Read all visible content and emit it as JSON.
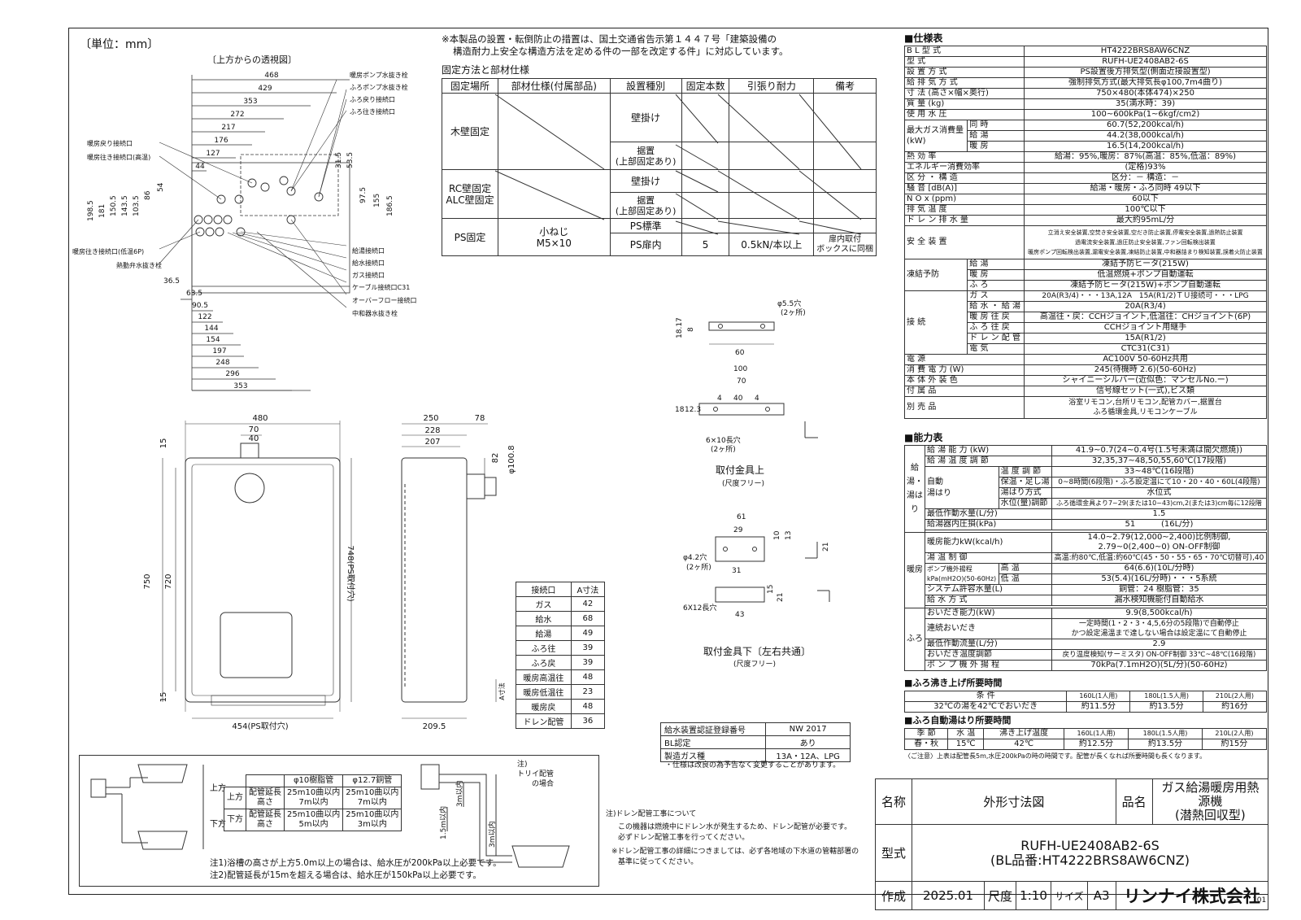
{
  "unit_label": "〔単位：mm〕",
  "top_view_caption": "〔上方からの透視図〕",
  "notice": [
    "※本製品の設置・転倒防止の措置は、国土交通省告示第１４４７号「建築設備の",
    "構造耐力上安全な構造方法を定める件の一部を改定する件」に対応しています。"
  ],
  "fixing": {
    "title": "固定方法と部材仕様",
    "headers": [
      "固定場所",
      "部材仕様(付属部品)",
      "設置種別",
      "固定本数",
      "引張り耐力",
      "備考"
    ],
    "rows": [
      {
        "place": "木壁固定",
        "types": [
          "壁掛け",
          "据置\n(上部固定あり)"
        ]
      },
      {
        "place": "RC壁固定\nALC壁固定",
        "types": [
          "壁掛け",
          "据置\n(上部固定あり)"
        ]
      },
      {
        "place": "PS固定",
        "parts": "小ねじ\nM5×10",
        "types": [
          "PS標準",
          "PS扉内"
        ],
        "count": "5",
        "strength": "0.5kN/本以上",
        "note": "扉内取付\nボックスに同梱"
      }
    ]
  },
  "top_view": {
    "dims_h": [
      "468",
      "429",
      "353",
      "272",
      "217",
      "176",
      "127",
      "44",
      "36.5",
      "63.5",
      "90.5",
      "122",
      "144",
      "154",
      "197",
      "248",
      "296",
      "353"
    ],
    "dims_v": [
      "198.5",
      "181",
      "150.5",
      "143.5",
      "103.5",
      "86",
      "54",
      "31.5",
      "53.5",
      "97.5",
      "155",
      "186.5"
    ],
    "labels_left": [
      "暖房戻り接続口",
      "暖房往き接続口(高温)",
      "暖房往き接続口(低温6P)",
      "熱動弁水抜き栓"
    ],
    "labels_right": [
      "暖房ポンプ水抜き栓",
      "ふろポンプ水抜き栓",
      "ふろ戻り接続口",
      "ふろ往き接続口",
      "給湯接続口",
      "給水接続口",
      "ガス接続口",
      "ケーブル接続口C31",
      "オーバーフロー接続口",
      "中和器水抜き栓"
    ]
  },
  "front_view": {
    "dims": [
      "480",
      "70",
      "40",
      "15",
      "750",
      "720",
      "748(PS取付穴)",
      "15",
      "454(PS取付穴)"
    ]
  },
  "side_view": {
    "dims": [
      "250",
      "78",
      "228",
      "207",
      "82",
      "φ100.8",
      "A寸法",
      "209.5"
    ]
  },
  "bracket_top": {
    "caption": "取付金具上",
    "scale": "(尺度フリー)",
    "dims": [
      "φ5.5穴",
      "(2ヶ所)",
      "18.17",
      "8",
      "60",
      "100",
      "70",
      "4",
      "40",
      "4",
      "18",
      "12.3",
      "6×10長穴",
      "(2ヶ所)"
    ]
  },
  "bracket_bottom": {
    "caption": "取付金具下〔左右共通〕",
    "scale": "(尺度フリー)",
    "dims": [
      "61",
      "29",
      "10",
      "13",
      "φ4.2穴",
      "(2ヶ所)",
      "31",
      "21",
      "15",
      "6X12長穴",
      "43",
      "21"
    ]
  },
  "a_table": {
    "headers": [
      "接続口",
      "A寸法"
    ],
    "rows": [
      [
        "ガス",
        "42"
      ],
      [
        "給水",
        "68"
      ],
      [
        "給湯",
        "49"
      ],
      [
        "ふろ往",
        "39"
      ],
      [
        "ふろ戻",
        "39"
      ],
      [
        "暖房高温往",
        "48"
      ],
      [
        "暖房低温往",
        "23"
      ],
      [
        "暖房戻",
        "48"
      ],
      [
        "ドレン配管",
        "36"
      ]
    ]
  },
  "cert_table": {
    "rows": [
      [
        "給水装置認証登録番号",
        "NW 2017"
      ],
      [
        "BL認定",
        "あり"
      ],
      [
        "製造ガス種",
        "13A・12A、LPG"
      ]
    ],
    "note": "・仕様は改良の為予告なく変更することがあります。"
  },
  "pipe_table": {
    "headers": [
      "",
      "",
      "φ10樹脂管",
      "φ12.7銅管"
    ],
    "rows": [
      [
        "上方",
        "配管延長\n高さ",
        "25m10曲以内\n7m以内",
        "25m10曲以内\n7m以内"
      ],
      [
        "下方",
        "配管延長\n高さ",
        "25m10曲以内\n5m以内",
        "25m10曲以内\n3m以内"
      ]
    ],
    "label_up": "上方",
    "label_down": "下方",
    "note1": "注1)浴槽の高さが上方5.0m以上の場合は、給水圧が200kPa以上必要です。",
    "note2": "注2)配管延長が15mを超える場合は、給水圧が150kPa以上必要です。",
    "trap_note": [
      "注)",
      "トリイ配管",
      "の場合"
    ],
    "trap_dims": [
      "3m以内",
      "1.5m以内",
      "3m以内"
    ]
  },
  "drain_note": [
    "注)ドレン配管工事について",
    "この機器は燃焼中にドレン水が発生するため、ドレン配管が必要です。",
    "必ずドレン配管工事を行ってください。",
    "※ドレン配管工事の詳細につきましては、必ず各地域の下水道の管轄部署の",
    "基準に従ってください。"
  ],
  "spec": {
    "title": "■仕様表",
    "rows": [
      [
        "B L 型 式",
        "HT4222BRS8AW6CNZ"
      ],
      [
        "型 式",
        "RUFH-UE2408AB2-6S"
      ],
      [
        "設 置 方 式",
        "PS設置後方排気型(側面近接設置型)"
      ],
      [
        "給 排 気 方 式",
        "強制排気方式(最大排気長φ100,7m4曲り)"
      ],
      [
        "寸 法 (高さ×幅×奥行)",
        "750×480(本体474)×250"
      ],
      [
        "質 量 (kg)",
        "35(満水時：39)"
      ],
      [
        "使 用 水 圧",
        "100~600kPa(1~6kgf/cm2)"
      ]
    ],
    "gas_label": "最大ガス消費量\n(kW)",
    "gas_rows": [
      [
        "同 時",
        "60.7(52,200kcal/h)"
      ],
      [
        "給 湯",
        "44.2(38,000kcal/h)"
      ],
      [
        "暖 房",
        "16.5(14,200kcal/h)"
      ]
    ],
    "rows2": [
      [
        "熱 効 率",
        "給湯：95%,暖房：87%(高温：85%,低温：89%)"
      ],
      [
        "エネルギー消費効率",
        "(定格)93%"
      ],
      [
        "区 分 ・ 構 造",
        "区分：－  構造：－"
      ],
      [
        "騒 音 [dB(A)]",
        "給湯・暖房・ふろ同時 49以下"
      ],
      [
        "N O x (ppm)",
        "60以下"
      ],
      [
        "排 気 温 度",
        "100℃以下"
      ],
      [
        "ド レ ン 排 水 量",
        "最大約95mL/分"
      ]
    ],
    "safety_label": "安 全 装 置",
    "safety_lines": [
      "立消え安全装置,空焚き安全装置,空だき防止装置,停電安全装置,過熱防止装置",
      "過電流安全装置,過圧防止安全装置,ファン回転検出装置",
      "暖房ポンプ回転検出装置,漏電安全装置,凍結防止装置,中和器詰まり検知装置,誤着火防止装置"
    ],
    "freeze_label": "凍結予防",
    "freeze_rows": [
      [
        "給 湯",
        "凍結予防ヒータ(215W)"
      ],
      [
        "暖 房",
        "低温燃焼+ポンプ自動運転"
      ],
      [
        "ふ ろ",
        "凍結予防ヒータ(215W)+ポンプ自動運転"
      ]
    ],
    "conn_label": "接 続",
    "conn_rows": [
      [
        "ガ ス",
        "20A(R3/4)・・・13A,12A　15A(R1/2)ＴＵ接続可・・・LPG"
      ],
      [
        "給 水 ・ 給 湯",
        "20A(R3/4)"
      ],
      [
        "暖 房 往 戻",
        "高温往・戻：CCHジョイント,低温往：CHジョイント(6P)"
      ],
      [
        "ふ ろ 往 戻",
        "CCHジョイント用継手"
      ],
      [
        "ド レ ン 配 管",
        "15A(R1/2)"
      ],
      [
        "電 気",
        "CTC31(C31)"
      ]
    ],
    "rows3": [
      [
        "電 源",
        "AC100V 50-60Hz共用"
      ],
      [
        "消 費 電 力 (W)",
        "245(待機時 2.6)(50-60Hz)"
      ],
      [
        "本 体 外 装 色",
        "シャイニーシルバー(近似色：マンセルNo.ー)"
      ],
      [
        "付 属 品",
        "信号線セット(一式),ビス類"
      ]
    ],
    "sold_label": "別 売 品",
    "sold_lines": [
      "浴室リモコン,台所リモコン,配管カバー,据置台",
      "ふろ循環金具,リモコンケーブル"
    ]
  },
  "capacity": {
    "title": "■能力表",
    "side_kyuto": "給湯・湯はり",
    "side_danbo": "暖房",
    "side_furo": "ふろ",
    "rows": [
      [
        "給 湯 能 力 (kW)",
        "41.9~0.7(24~0.4号(1.5号未満は間欠燃焼))"
      ],
      [
        "給 湯 温 度 調 節",
        "32,35,37~48,50,55,60℃(17段階)"
      ]
    ],
    "auto_label": "自動\n湯はり",
    "auto_rows": [
      [
        "温 度 調 節",
        "33~48℃(16段階)"
      ],
      [
        "保温・足し湯",
        "0~8時間(6段階)・ふろ設定温にて10・20・40・60L(4段階)"
      ],
      [
        "湯はり方式",
        "水位式"
      ],
      [
        "水位(量)調節",
        "ふろ循環金具より7~29(または10~43)cm,2(または3)cm毎に12段階"
      ]
    ],
    "rows_b": [
      [
        "最低作動水量(L/分)",
        "1.5"
      ],
      [
        "給湯器内圧損(kPa)",
        "51          (16L/分)"
      ]
    ],
    "heat_output": [
      "暖房能力kW(kcal/h)",
      "14.0~2.79(12,000~2,400)比例制御,",
      "2.79~0(2,400~0) ON-OFF制御"
    ],
    "heat_rows": [
      [
        "湯 温 制 御",
        "高温:約80℃,低温:約60℃(45・50・55・65・70℃切替可),40"
      ]
    ],
    "pump_label": "ポンプ機外揚程\nkPa(mH2O)(50-60Hz)",
    "pump_rows": [
      [
        "高 温",
        "64(6.6)(10L/分時)"
      ],
      [
        "低 温",
        "53(5.4)(16L/分時)・・・5系統"
      ]
    ],
    "heat_rows2": [
      [
        "システム許容水量(L)",
        "銅管：24 樹脂管：35"
      ],
      [
        "給 水 方 式",
        "漏水検知機能付自動給水"
      ]
    ],
    "furo_rows": [
      [
        "おいだき能力(kW)",
        "9.9(8,500kcal/h)"
      ]
    ],
    "oidaki_label": "連続おいだき",
    "oidaki_lines": [
      "一定時間(1・2・3・4,5,6分の5段階)で自動停止",
      "かつ設定湯温まで達しない場合は設定温にて自動停止"
    ],
    "furo_rows2": [
      [
        "最低作動流量(L/分)",
        "2.9"
      ],
      [
        "おいだき温度調節",
        "戻り温度検知(サーミスタ) ON-OFF制御 33℃~48℃(16段階)"
      ],
      [
        "ポ ン プ 機 外 揚 程",
        "70kPa(7.1mH2O)(5L/分)(50-60Hz)"
      ]
    ]
  },
  "boil_time": {
    "title": "■ふろ沸き上げ所要時間",
    "headers": [
      "条 件",
      "160L(1人用)",
      "180L(1.5人用)",
      "210L(2人用)"
    ],
    "row": [
      "32℃の湯を42℃でおいだき",
      "約11.5分",
      "約13.5分",
      "約16分"
    ]
  },
  "fill_time": {
    "title": "■ふろ自動湯はり所要時間",
    "headers": [
      "季 節",
      "水 温",
      "沸き上げ温度",
      "160L(1人用)",
      "180L(1.5人用)",
      "210L(2人用)"
    ],
    "row": [
      "春・秋",
      "15℃",
      "42℃",
      "約12.5分",
      "約13.5分",
      "約15分"
    ],
    "note": "〈ご注意〉上表は配管長5m,水圧200kPaの時の時間です。配管が長くなれば所要時間も長くなります。"
  },
  "title_block": {
    "name_label": "名称",
    "name": "外形寸法図",
    "product_label": "品名",
    "product": "ガス給湯暖房用熱源機\n(潜熱回収型)",
    "model_label": "型式",
    "model": "RUFH-UE2408AB2-6S\n(BL品番:HT4222BRS8AW6CNZ)",
    "made_label": "作成",
    "date": "2025.01",
    "scale_label": "尺度",
    "scale": "1:10",
    "size_label": "サイズ",
    "size": "A3",
    "company": "リンナイ株式会社",
    "page_no": "101"
  }
}
